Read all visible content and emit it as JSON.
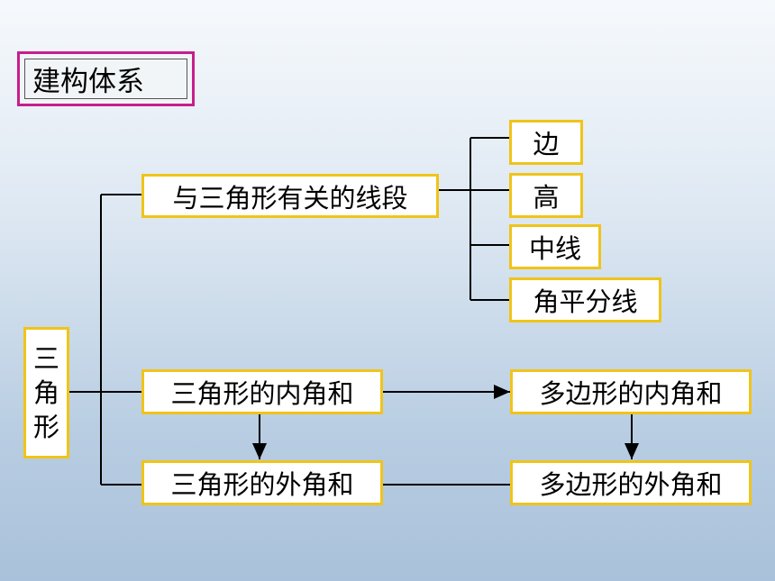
{
  "title": "建构体系",
  "root": [
    "三",
    "角",
    "形"
  ],
  "nodes": {
    "segments": "与三角形有关的线段",
    "interior_sum": "三角形的内角和",
    "exterior_sum": "三角形的外角和",
    "edge": "边",
    "height": "高",
    "median": "中线",
    "bisector": "角平分线",
    "polygon_interior": "多边形的内角和",
    "polygon_exterior": "多边形的外角和"
  },
  "colors": {
    "box_border": "#f0c419",
    "title_border": "#c81e8c"
  }
}
